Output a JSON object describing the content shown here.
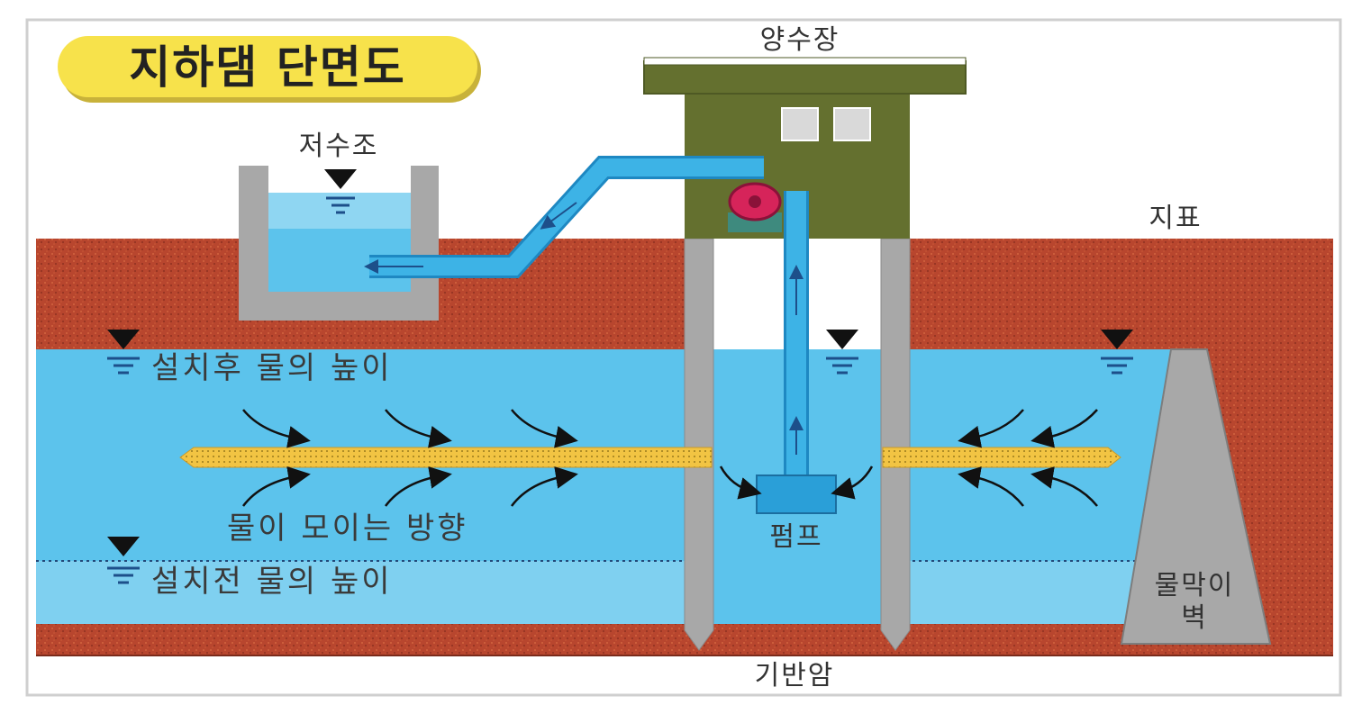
{
  "title": "지하댐 단면도",
  "labels": {
    "pump_house": "양수장",
    "reservoir": "저수조",
    "ground_surface": "지표",
    "water_level_after": "설치후 물의 높이",
    "water_level_before": "설치전 물의 높이",
    "flow_direction": "물이 모이는 방향",
    "pump": "펌프",
    "cutoff_wall_line1": "물막이",
    "cutoff_wall_line2": "벽",
    "bedrock": "기반암"
  },
  "colors": {
    "soil": "#b8462e",
    "water": "#5cc3ec",
    "water_light": "#8fd6f2",
    "pipe": "#3db3e6",
    "building": "#64702f",
    "concrete": "#a8a8a8",
    "collector": "#f2c443",
    "pump_motor": "#d6245a",
    "title_bg": "#f7e24b"
  }
}
